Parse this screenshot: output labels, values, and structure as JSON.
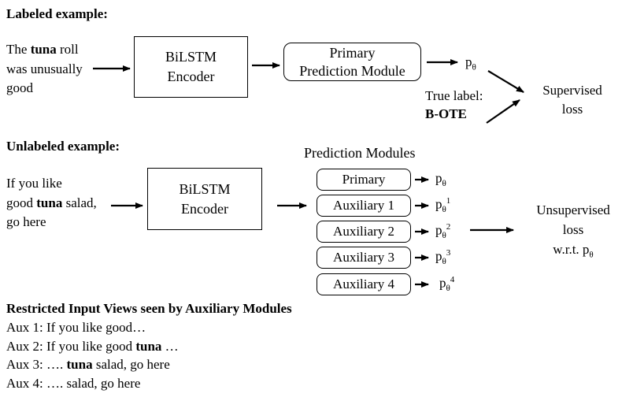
{
  "colors": {
    "ink": "#000000",
    "background": "#ffffff"
  },
  "labeled_section": {
    "heading": "Labeled example:",
    "input_lines": [
      [
        {
          "t": "The "
        },
        {
          "t": "tuna",
          "b": true
        },
        {
          "t": " roll"
        }
      ],
      [
        {
          "t": "was unusually"
        }
      ],
      [
        {
          "t": "good"
        }
      ]
    ],
    "encoder_box": {
      "line1": "BiLSTM",
      "line2": "Encoder"
    },
    "primary_module_box": {
      "line1": "Primary",
      "line2": "Prediction Module"
    },
    "prediction_output": {
      "base": "p",
      "sub": "θ"
    },
    "true_label_caption": "True label:",
    "true_label_value": "B-OTE",
    "loss_lines": [
      "Supervised",
      "loss"
    ]
  },
  "unlabeled_section": {
    "heading": "Unlabeled example:",
    "input_lines": [
      [
        {
          "t": "If you like"
        }
      ],
      [
        {
          "t": "good "
        },
        {
          "t": "tuna",
          "b": true
        },
        {
          "t": " salad,"
        }
      ],
      [
        {
          "t": "go here"
        }
      ]
    ],
    "encoder_box": {
      "line1": "BiLSTM",
      "line2": "Encoder"
    },
    "modules_title": "Prediction Modules",
    "modules": [
      {
        "label": "Primary",
        "output": {
          "base": "p",
          "sub": "θ",
          "sup": ""
        }
      },
      {
        "label": "Auxiliary 1",
        "output": {
          "base": "p",
          "sub": "θ",
          "sup": "1"
        }
      },
      {
        "label": "Auxiliary 2",
        "output": {
          "base": "p",
          "sub": "θ",
          "sup": "2"
        }
      },
      {
        "label": "Auxiliary 3",
        "output": {
          "base": "p",
          "sub": "θ",
          "sup": "3"
        }
      },
      {
        "label": "Auxiliary 4",
        "output": {
          "base": "p",
          "sub": "θ",
          "sup": "4"
        }
      }
    ],
    "loss_lines": [
      "Unsupervised",
      "loss"
    ],
    "loss_wrt": {
      "prefix": "w.r.t. ",
      "base": "p",
      "sub": "θ"
    }
  },
  "restricted_section": {
    "heading": "Restricted Input Views seen by Auxiliary Modules",
    "lines": [
      [
        {
          "t": "Aux 1: If you like good…"
        }
      ],
      [
        {
          "t": "Aux 2: If you like good "
        },
        {
          "t": "tuna",
          "b": true
        },
        {
          "t": " …"
        }
      ],
      [
        {
          "t": "Aux 3: …. "
        },
        {
          "t": "tuna",
          "b": true
        },
        {
          "t": " salad, go here"
        }
      ],
      [
        {
          "t": "Aux 4: …. salad, go here"
        }
      ]
    ]
  }
}
